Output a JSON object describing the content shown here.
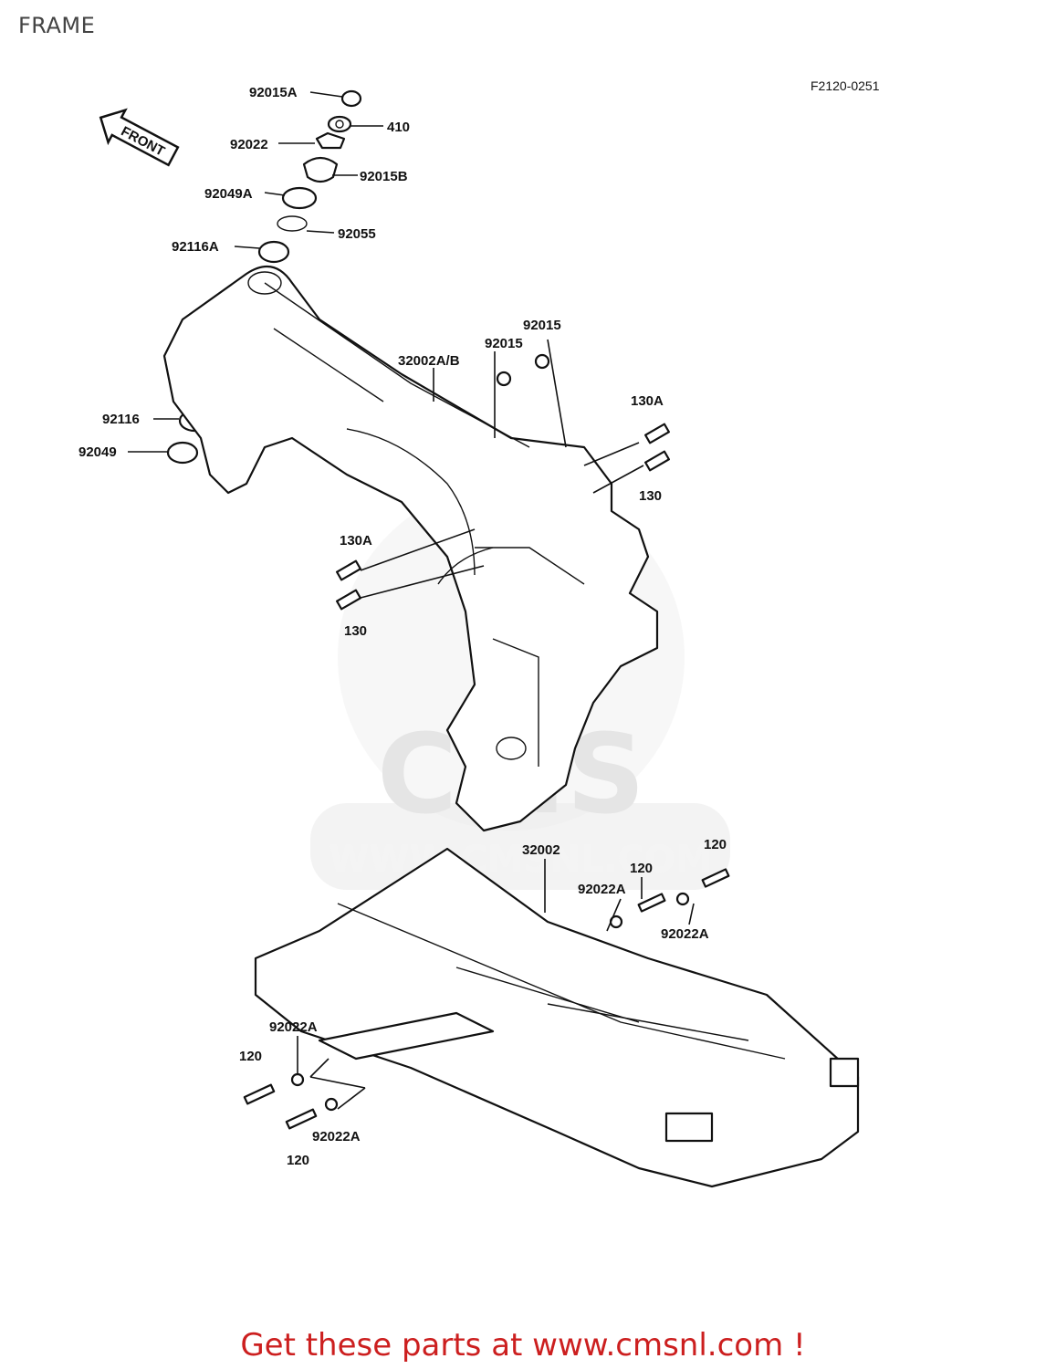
{
  "header": {
    "title": "FRAME",
    "figure_code": "F2120-0251"
  },
  "front_arrow": {
    "label": "FRONT"
  },
  "watermark": {
    "logo_text": "CMS",
    "url_text": "WWW.CMSNL.COM"
  },
  "callouts": {
    "c92015A": "92015A",
    "c410": "410",
    "c92022": "92022",
    "c92015B": "92015B",
    "c92049A": "92049A",
    "c92055": "92055",
    "c92116A": "92116A",
    "c92015_1": "92015",
    "c92015_2": "92015",
    "c32002AB": "32002A/B",
    "c130A_1": "130A",
    "c130_1": "130",
    "c92116": "92116",
    "c92049": "92049",
    "c130A_2": "130A",
    "c130_2": "130",
    "c32002": "32002",
    "c120_1": "120",
    "c120_2": "120",
    "c92022A_1": "92022A",
    "c92022A_2": "92022A",
    "c92022A_3": "92022A",
    "c120_3": "120",
    "c120_4": "120",
    "c92022A_4": "92022A"
  },
  "footer": {
    "cta": "Get these parts at www.cmsnl.com !"
  }
}
